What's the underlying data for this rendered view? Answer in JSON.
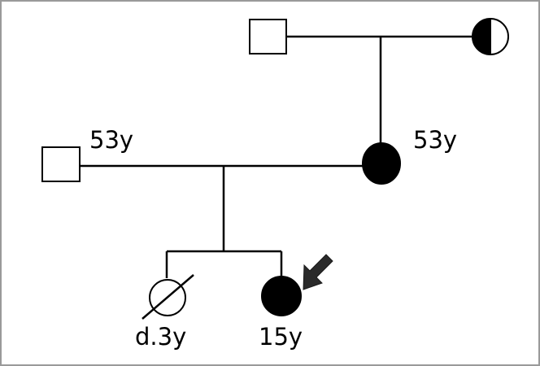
{
  "diagram": {
    "type": "pedigree",
    "colors": {
      "line": "#000000",
      "affected_fill": "#000000",
      "unaffected_fill": "#ffffff",
      "frame": "#9a9a9a",
      "arrow": "#2a2a2a"
    },
    "individuals": [
      {
        "id": "grandfather",
        "sex": "male",
        "status": "unaffected",
        "label": ""
      },
      {
        "id": "grandmother",
        "sex": "female",
        "status": "carrier-half-filled",
        "label": ""
      },
      {
        "id": "father",
        "sex": "male",
        "status": "unaffected",
        "label": "53y"
      },
      {
        "id": "mother",
        "sex": "female",
        "status": "affected",
        "label": "53y"
      },
      {
        "id": "sibling",
        "sex": "female",
        "status": "deceased",
        "label": "d.3y"
      },
      {
        "id": "proband",
        "sex": "female",
        "status": "affected",
        "label": "15y",
        "proband": true
      }
    ]
  },
  "labels": {
    "father_age": "53y",
    "mother_age": "53y",
    "sibling_age": "d.3y",
    "proband_age": "15y"
  }
}
